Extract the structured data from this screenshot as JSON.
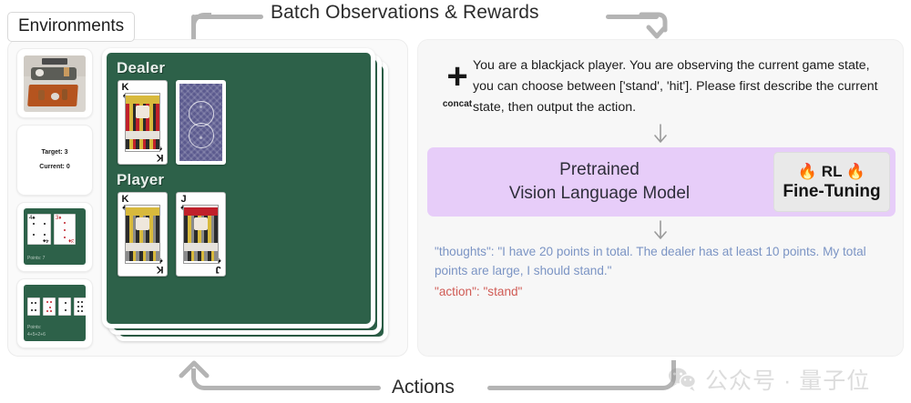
{
  "header": {
    "title": "Batch Observations & Rewards",
    "arrow_icon": "arrow-down-icon"
  },
  "environments": {
    "tag_label": "Environments",
    "thumbnails": [
      {
        "name": "room-scene-thumbnail",
        "caption": ""
      },
      {
        "name": "target-counter-thumbnail",
        "target_label": "Target: 3",
        "current_label": "Current: 0"
      },
      {
        "name": "card-pair-thumbnail",
        "caption": ""
      },
      {
        "name": "number-cards-thumbnail",
        "caption": ""
      }
    ],
    "board": {
      "dealer_label": "Dealer",
      "player_label": "Player",
      "dealer_hand": [
        {
          "rank": "K",
          "suit": "♠",
          "facedown": false
        },
        {
          "rank": "",
          "suit": "",
          "facedown": true
        }
      ],
      "player_hand": [
        {
          "rank": "K",
          "suit": "♣",
          "facedown": false
        },
        {
          "rank": "J",
          "suit": "♣",
          "facedown": false
        }
      ],
      "stack_count": 3
    }
  },
  "pipeline": {
    "concat_label": "concat",
    "plus_symbol": "+",
    "prompt": "You are a blackjack player. You are observing the current game state, you can choose between ['stand', 'hit']. Please first describe the current state, then output the action.",
    "model_line1": "Pretrained",
    "model_line2": "Vision Language Model",
    "rl_line1": "🔥 RL 🔥",
    "rl_line2": "Fine-Tuning",
    "output_thoughts": "\"thoughts\": \"I have 20 points in total. The dealer has at least 10 points. My total points are large, I should stand.\"",
    "output_action": "\"action\": \"stand\"",
    "arrow_icon": "arrow-down-icon"
  },
  "footer": {
    "actions_label": "Actions",
    "arrow_icon": "arrow-up-icon"
  },
  "watermark": {
    "text": "公众号 · 量子位",
    "icon": "wechat-icon"
  },
  "colors": {
    "felt_green": "#2d6149",
    "vlm_purple": "#e7cdf9",
    "rl_grey": "#e9e9e9",
    "thoughts_blue": "#7b94c4",
    "action_red": "#d05b55",
    "connector_grey": "#b4b4b4"
  }
}
